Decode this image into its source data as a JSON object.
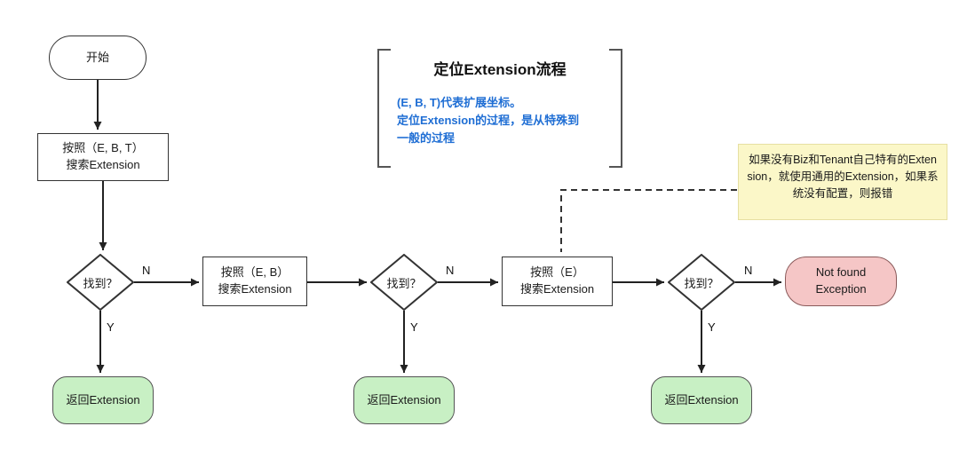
{
  "title": {
    "heading": "定位Extension流程",
    "description_lines": [
      "(E, B, T)代表扩展坐标。",
      "定位Extension的过程，是从特殊到",
      "一般的过程"
    ]
  },
  "flow": {
    "start": "开始",
    "search_ebt": {
      "line1": "按照（E, B, T）",
      "line2": "搜索Extension"
    },
    "decision1": "找到？",
    "search_eb": {
      "line1": "按照（E, B）",
      "line2": "搜索Extension"
    },
    "decision2": "找到？",
    "search_e": {
      "line1": "按照（E）",
      "line2": "搜索Extension"
    },
    "decision3": "找到？",
    "return1": "返回Extension",
    "return2": "返回Extension",
    "return3": "返回Extension",
    "not_found": {
      "line1": "Not found",
      "line2": "Exception"
    },
    "label_no": "N",
    "label_yes": "Y"
  },
  "annotation": "如果没有Biz和Tenant自己特有的Extension，就使用通用的Extension，如果系统没有配置，则报错",
  "colors": {
    "accent_blue": "#1f6ed4",
    "green_fill": "#c8f0c4",
    "pink_fill": "#f5c6c6",
    "yellow_fill": "#fbf7c8",
    "line": "#222222"
  }
}
